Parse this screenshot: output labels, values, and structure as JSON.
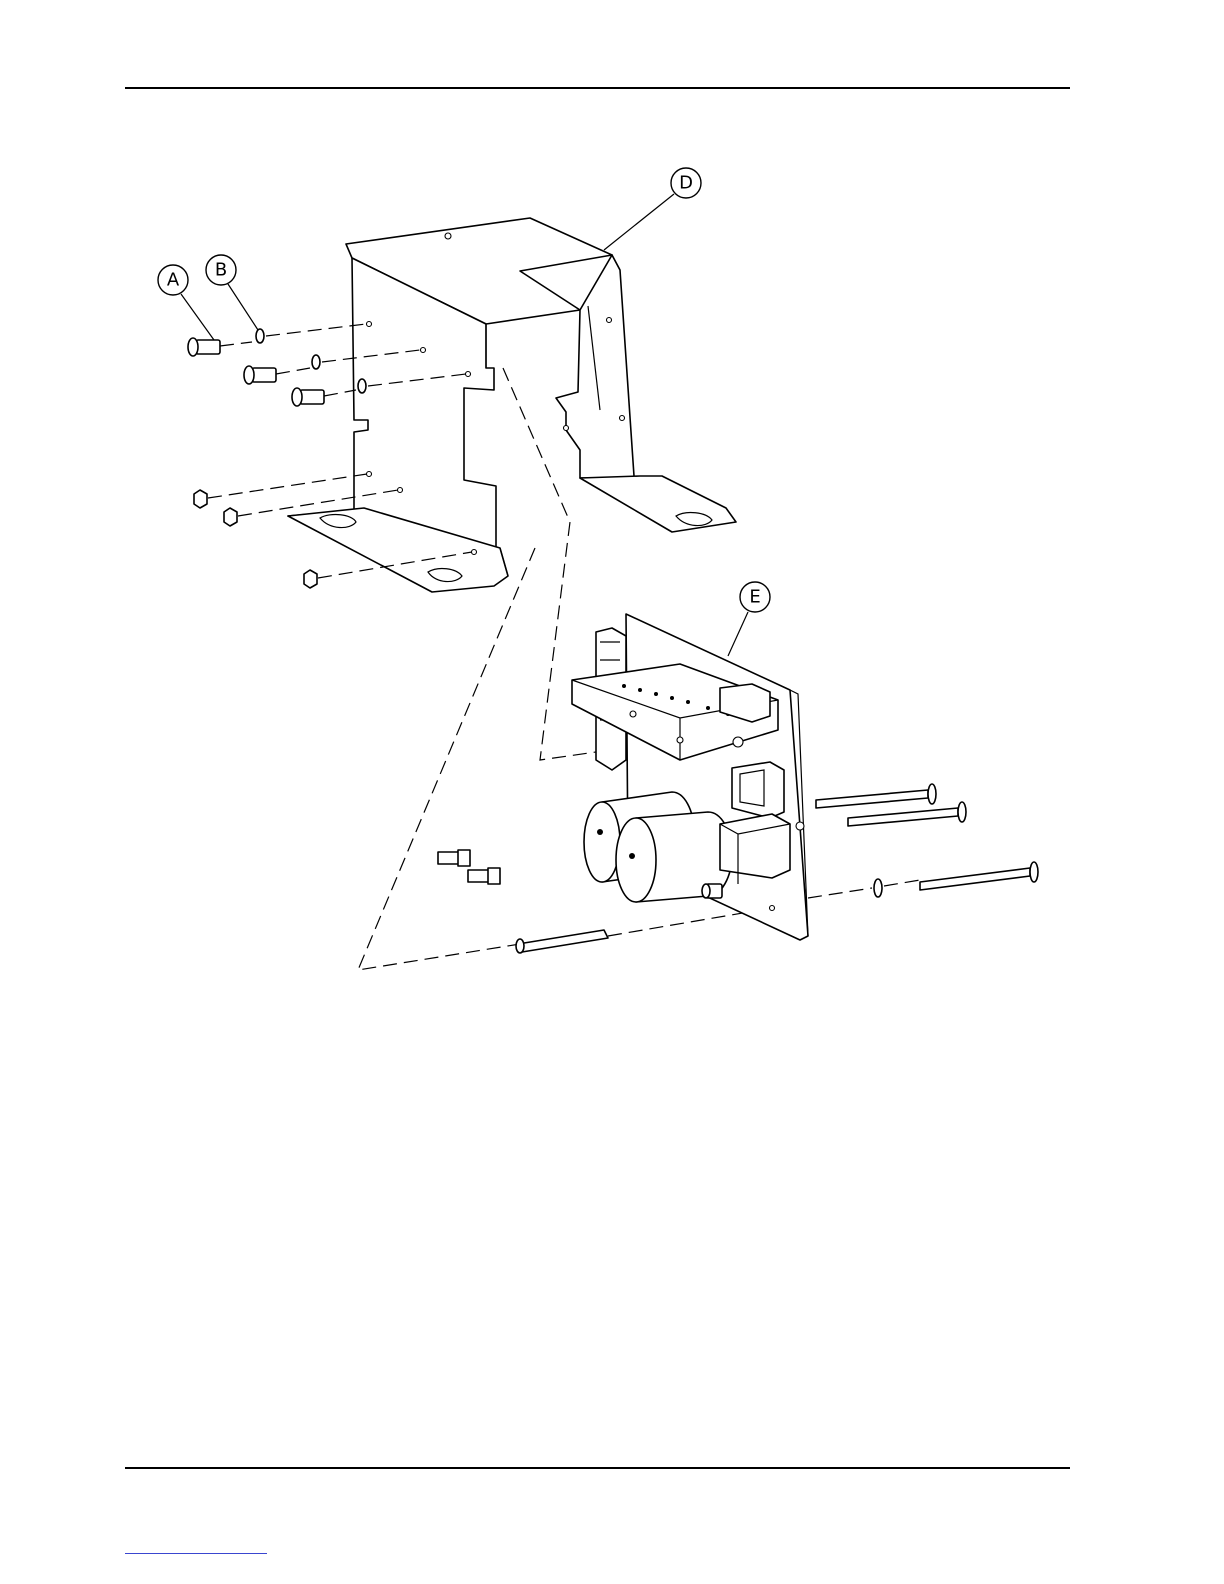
{
  "callouts": [
    {
      "id": "A",
      "label": "A"
    },
    {
      "id": "B",
      "label": "B"
    },
    {
      "id": "D",
      "label": "D"
    },
    {
      "id": "E",
      "label": "E"
    }
  ],
  "colors": {
    "line": "#000000",
    "background": "#ffffff",
    "footer_link": "#3a46d0"
  }
}
